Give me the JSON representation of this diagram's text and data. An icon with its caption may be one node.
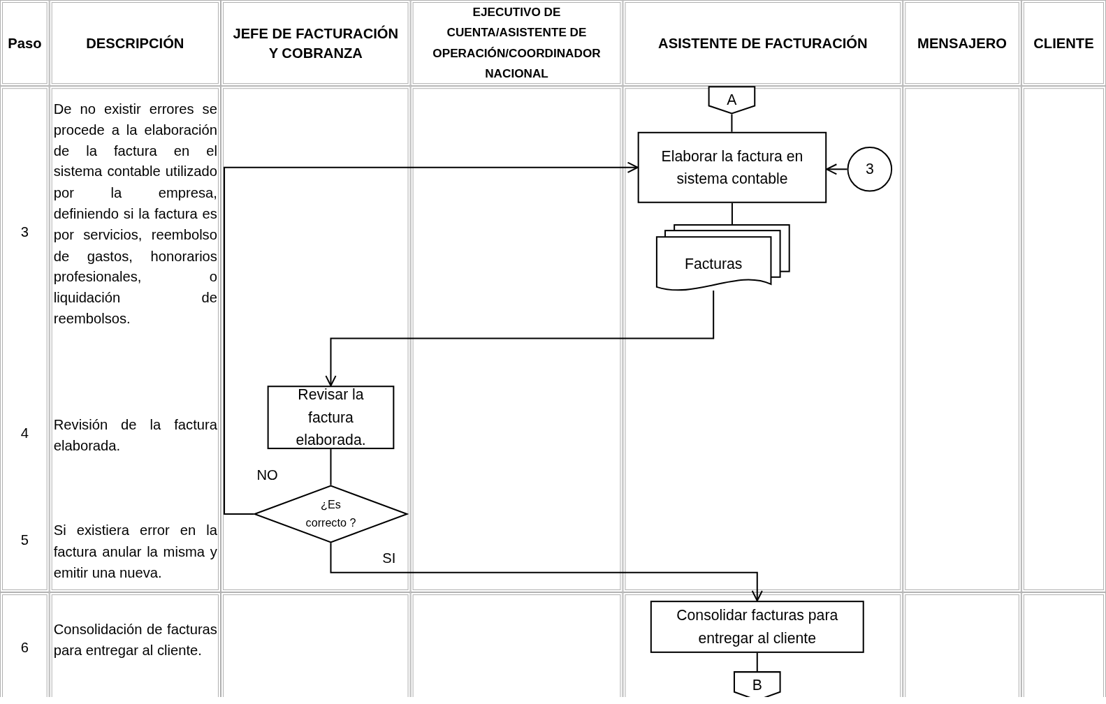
{
  "diagram": {
    "nodes": [
      {
        "text": [
          "A"
        ]
      },
      {
        "text": [
          "Elaborar la factura en sistema contable"
        ]
      },
      {
        "text": [
          "3"
        ]
      },
      {
        "text": [
          "Facturas"
        ]
      },
      {
        "text": [
          "Revisar la factura elaborada."
        ]
      },
      {
        "text": [
          "¿Es correcto ?"
        ]
      },
      {
        "text": [
          "Consolidar  facturas para entregar al cliente"
        ]
      },
      {
        "text": [
          "B"
        ]
      }
    ],
    "edges": [
      {
        "from": 0,
        "to": 1,
        "arrow": "none"
      },
      {
        "from": 2,
        "to": 1,
        "arrow": "to"
      },
      {
        "from": 1,
        "to": 3,
        "arrow": "none"
      },
      {
        "from": 3,
        "to": 4,
        "arrow": "to"
      },
      {
        "from": 4,
        "to": 5,
        "arrow": "none"
      },
      {
        "from": 5,
        "to": 1,
        "arrow": "to",
        "label": "NO"
      },
      {
        "from": 5,
        "to": 6,
        "arrow": "to",
        "label": "SI"
      },
      {
        "from": 6,
        "to": 7,
        "arrow": "none"
      }
    ],
    "labels": [
      "Paso",
      "DESCRIPCIÓN",
      "JEFE DE FACTURACIÓN Y COBRANZA",
      "EJECUTIVO DE CUENTA/ASISTENTE DE OPERACIÓN/COORDINADOR NACIONAL",
      "ASISTENTE DE FACTURACIÓN",
      "MENSAJERO",
      "CLIENTE",
      "3",
      "De no existir errores se procede a la elaboración de la factura en el sistema contable utilizado por la empresa, definiendo si la factura es por servicios, reembolso de gastos, honorarios profesionales, o liquidación de reembolsos.",
      "4",
      "Revisión de la factura elaborada.",
      "5",
      "Si existiera error en la factura anular la misma y emitir una nueva.",
      "6",
      "Consolidación de facturas para entregar al cliente."
    ]
  }
}
